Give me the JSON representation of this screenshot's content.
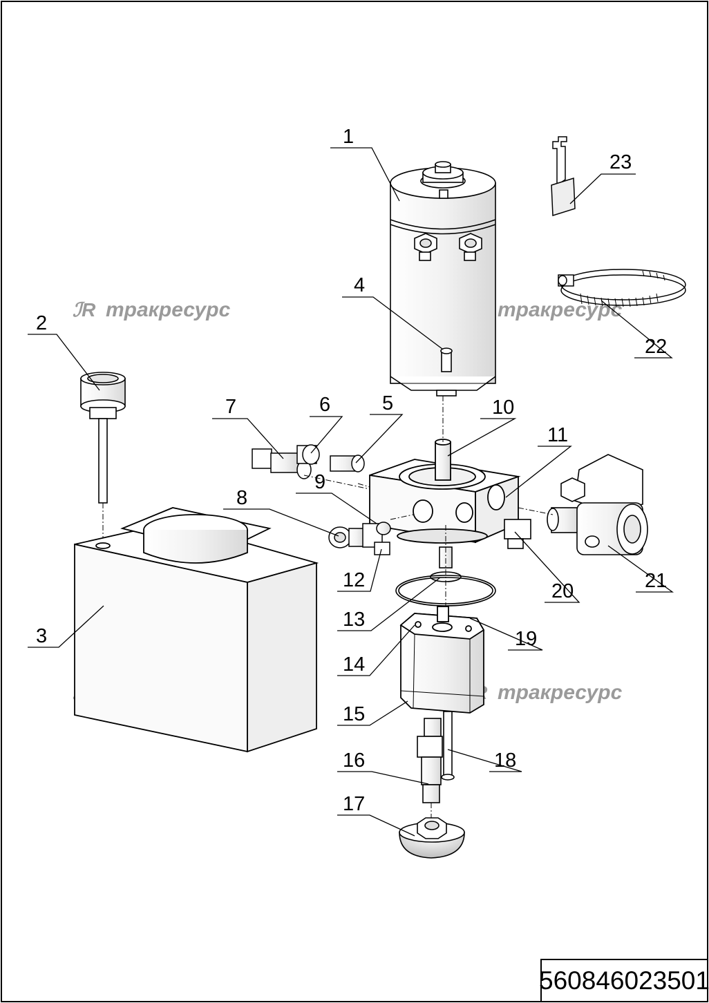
{
  "drawing": {
    "document_number": "560846023501",
    "watermark_text": "тракресурс",
    "watermark_logo": "TR",
    "watermark_color": "#9a9a9a"
  },
  "callouts": [
    {
      "id": "callout-1",
      "label": "1"
    },
    {
      "id": "callout-2",
      "label": "2"
    },
    {
      "id": "callout-3",
      "label": "3"
    },
    {
      "id": "callout-4",
      "label": "4"
    },
    {
      "id": "callout-5",
      "label": "5"
    },
    {
      "id": "callout-6",
      "label": "6"
    },
    {
      "id": "callout-7",
      "label": "7"
    },
    {
      "id": "callout-8",
      "label": "8"
    },
    {
      "id": "callout-9",
      "label": "9"
    },
    {
      "id": "callout-10",
      "label": "10"
    },
    {
      "id": "callout-11",
      "label": "11"
    },
    {
      "id": "callout-12",
      "label": "12"
    },
    {
      "id": "callout-13",
      "label": "13"
    },
    {
      "id": "callout-14",
      "label": "14"
    },
    {
      "id": "callout-15",
      "label": "15"
    },
    {
      "id": "callout-16",
      "label": "16"
    },
    {
      "id": "callout-17",
      "label": "17"
    },
    {
      "id": "callout-18",
      "label": "18"
    },
    {
      "id": "callout-19",
      "label": "19"
    },
    {
      "id": "callout-20",
      "label": "20"
    },
    {
      "id": "callout-21",
      "label": "21"
    },
    {
      "id": "callout-22",
      "label": "22"
    },
    {
      "id": "callout-23",
      "label": "23"
    }
  ]
}
